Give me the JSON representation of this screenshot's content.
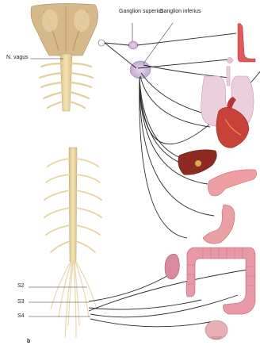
{
  "labels": {
    "ganglion_superius": "Ganglion superius",
    "ganglion_inferius": "Ganglion inferius",
    "n_vagus": "N. vagus",
    "s2": "S2",
    "s3": "S3",
    "s4": "S4",
    "panel_letter": "b"
  },
  "colors": {
    "nerve": "#2a2a2a",
    "spinal_cord": "#e9d49b",
    "brainstem": "#d8b98a",
    "ganglion": "#cdb7d6",
    "lung": "#e7c8d6",
    "heart": "#c9423a",
    "liver": "#8e2a22",
    "pancreas": "#ef9fa2",
    "stomach": "#e9a1a3",
    "intestine": "#e79aa6",
    "kidney": "#d98aa0",
    "bladder": "#e7b1b3"
  }
}
